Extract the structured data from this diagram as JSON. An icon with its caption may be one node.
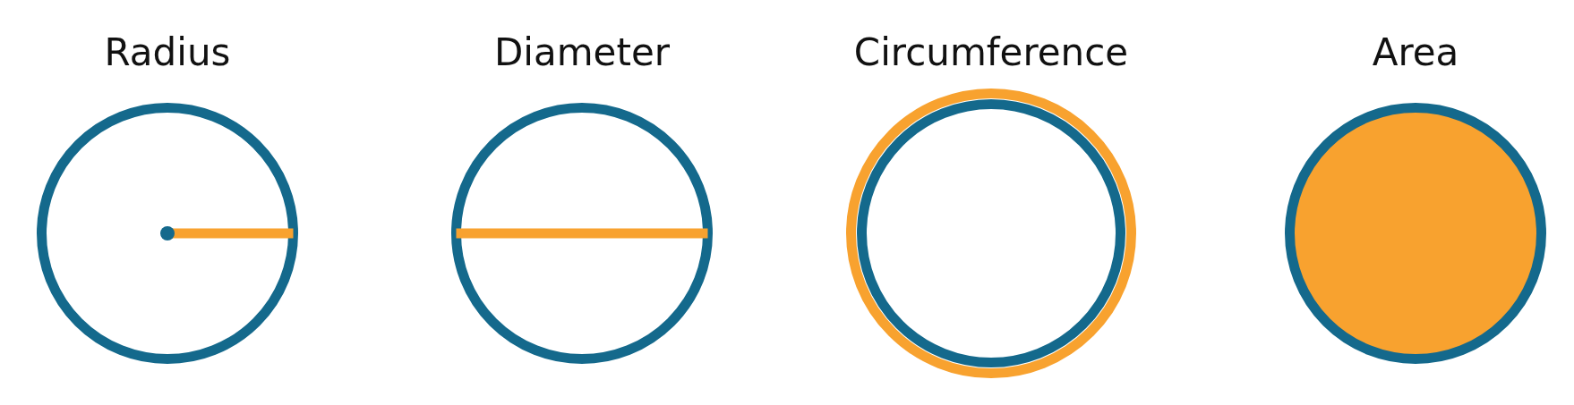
{
  "diagram": {
    "nodes": [
      {
        "text": [
          "Radius"
        ]
      },
      {
        "text": [
          "Diameter"
        ]
      },
      {
        "text": [
          "Circumference"
        ]
      },
      {
        "text": [
          "Area"
        ]
      }
    ]
  }
}
